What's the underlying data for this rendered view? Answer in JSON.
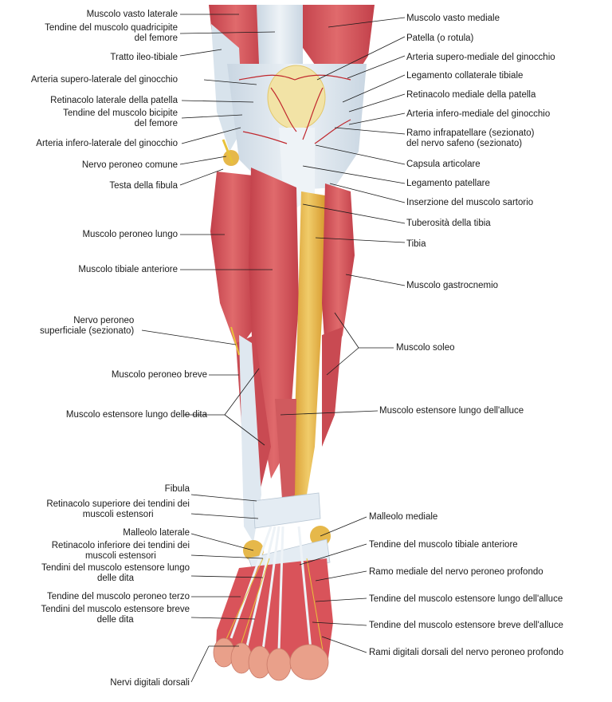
{
  "colors": {
    "muscle": "#d9535a",
    "muscle_dark": "#b8323b",
    "tendon": "#dfe8f0",
    "bone": "#e6b84a",
    "knee": "#f2e3a6",
    "artery": "#c0272d",
    "nerve": "#e8c23a",
    "leader": "#1a1a1a",
    "skin": "#e9a08a"
  },
  "labels_left": [
    "Muscolo vasto laterale",
    "Tendine del muscolo quadricipite\ndel femore",
    "Tratto ileo-tibiale",
    "Arteria supero-laterale del ginocchio",
    "Retinacolo laterale della patella",
    "Tendine del muscolo bicipite\ndel femore",
    "Arteria infero-laterale del ginocchio",
    "Nervo peroneo comune",
    "Testa della fibula",
    "Muscolo peroneo lungo",
    "Muscolo tibiale anteriore",
    "Nervo peroneo\nsuperficiale (sezionato)",
    "Muscolo peroneo breve",
    "Muscolo estensore lungo delle dita",
    "Fibula",
    "Retinacolo superiore dei tendini dei\nmuscoli estensori",
    "Malleolo laterale",
    "Retinacolo inferiore dei tendini dei\nmuscoli estensori",
    "Tendini del muscolo estensore lungo\ndelle dita",
    "Tendine del muscolo peroneo terzo",
    "Tendini del muscolo estensore breve\ndelle dita",
    "Nervi digitali dorsali"
  ],
  "labels_right": [
    "Muscolo vasto mediale",
    "Patella (o rotula)",
    "Arteria supero-mediale del ginocchio",
    "Legamento collaterale tibiale",
    "Retinacolo mediale della patella",
    "Arteria infero-mediale del ginocchio",
    "Ramo infrapatellare (sezionato)\ndel nervo safeno (sezionato)",
    "Capsula articolare",
    "Legamento patellare",
    "Inserzione del muscolo sartorio",
    "Tuberosità della tibia",
    "Tibia",
    "Muscolo gastrocnemio",
    "Muscolo soleo",
    "Muscolo estensore lungo dell'alluce",
    "Malleolo mediale",
    "Tendine del muscolo tibiale anteriore",
    "Ramo mediale del nervo peroneo profondo",
    "Tendine del muscolo estensore lungo dell'alluce",
    "Tendine del muscolo estensore breve dell'alluce",
    "Rami digitali dorsali del nervo peroneo profondo"
  ]
}
